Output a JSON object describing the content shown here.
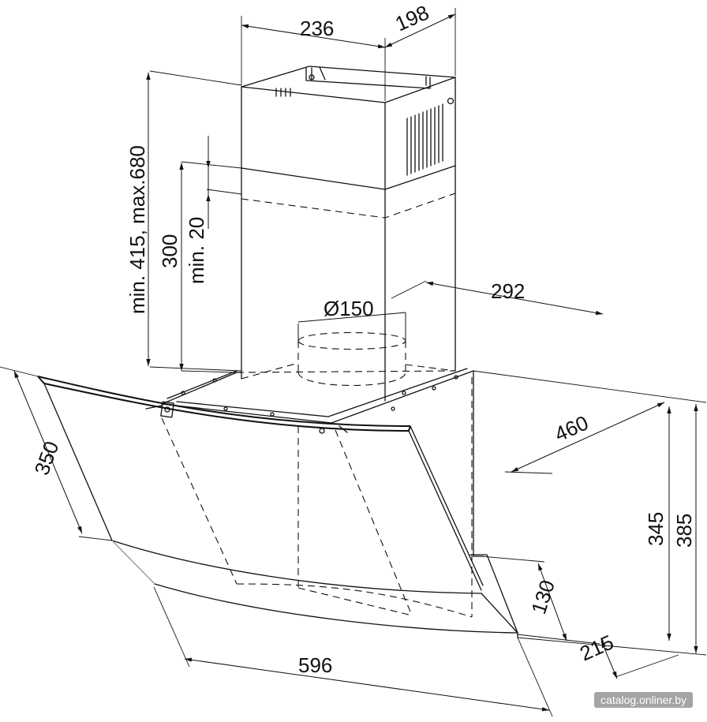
{
  "dimensions": {
    "chimney_width": "236",
    "chimney_depth": "198",
    "chimney_height_range": "min. 415, max.680",
    "chimney_lower": "300",
    "chimney_overlap": "min. 20",
    "outlet_diameter": "Ø150",
    "canopy_depth_top": "292",
    "canopy_depth": "460",
    "glass_height": "350",
    "body_height": "345",
    "total_height": "385",
    "lower_panel": "130",
    "lower_depth": "215",
    "width": "596"
  },
  "watermark": "catalog.onliner.by"
}
